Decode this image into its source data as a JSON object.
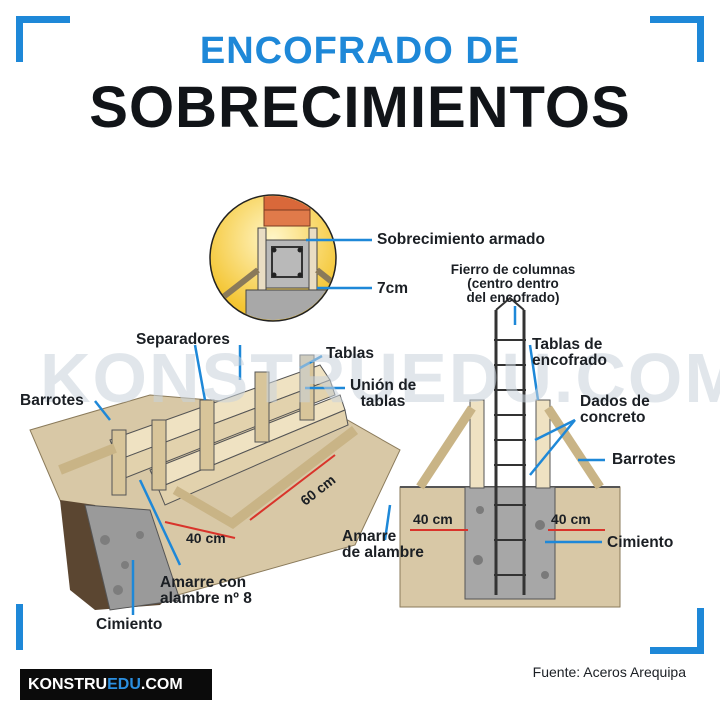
{
  "title_line1": "ENCOFRADO DE",
  "title_line2": "SOBRECIMIENTOS",
  "watermark": "KONSTRUEDU.COM",
  "detail": {
    "sobrecimiento_armado": "Sobrecimiento armado",
    "seven_cm": "7cm"
  },
  "left_diagram": {
    "separadores": "Separadores",
    "tablas": "Tablas",
    "union_de_tablas": [
      "Unión de",
      "tablas"
    ],
    "barrotes": "Barrotes",
    "dim_40": "40 cm",
    "dim_60": "60 cm",
    "amarre_alambre": [
      "Amarre con",
      "alambre nº 8"
    ],
    "cimiento": "Cimiento"
  },
  "right_diagram": {
    "fierro_columnas": [
      "Fierro de columnas",
      "(centro dentro",
      "del encofrado)"
    ],
    "tablas_encofrado": [
      "Tablas de",
      "encofrado"
    ],
    "dados_concreto": [
      "Dados de",
      "concreto"
    ],
    "barrotes": "Barrotes",
    "dim_40_left": "40 cm",
    "dim_40_right": "40 cm",
    "amarre_alambre": [
      "Amarre",
      "de alambre"
    ],
    "cimiento": "Cimiento"
  },
  "footer": {
    "logo_part1": "KONSTRU",
    "logo_part2": "EDU",
    "logo_part3": ".COM",
    "source": "Fuente: Aceros Arequipa"
  },
  "colors": {
    "accent_blue": "#1e88d8",
    "title_dark": "#111418",
    "corner_blue": "#1e88d8",
    "dimension_red": "#d9342b"
  }
}
